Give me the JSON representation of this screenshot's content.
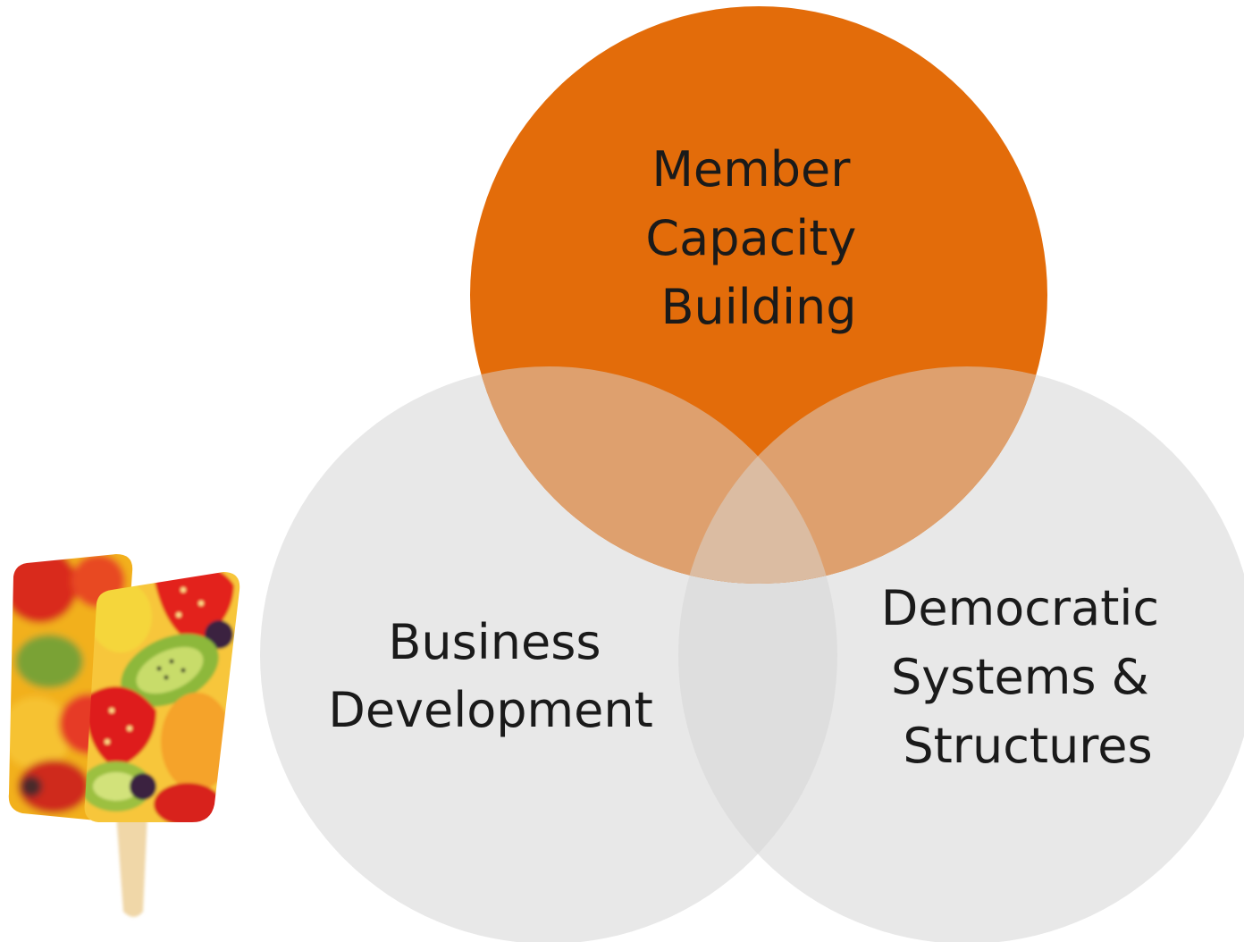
{
  "diagram": {
    "type": "venn",
    "circles": [
      {
        "id": "top",
        "lines": [
          "Member",
          "Capacity",
          "Building"
        ],
        "color": "#e36c0a"
      },
      {
        "id": "left",
        "lines": [
          "Business",
          "Development"
        ],
        "color": "#e6e6e6"
      },
      {
        "id": "right",
        "lines": [
          "Democratic",
          "Systems &",
          "Structures"
        ],
        "color": "#e6e6e6"
      }
    ]
  },
  "image": {
    "icon": "fruit-popsicle"
  }
}
